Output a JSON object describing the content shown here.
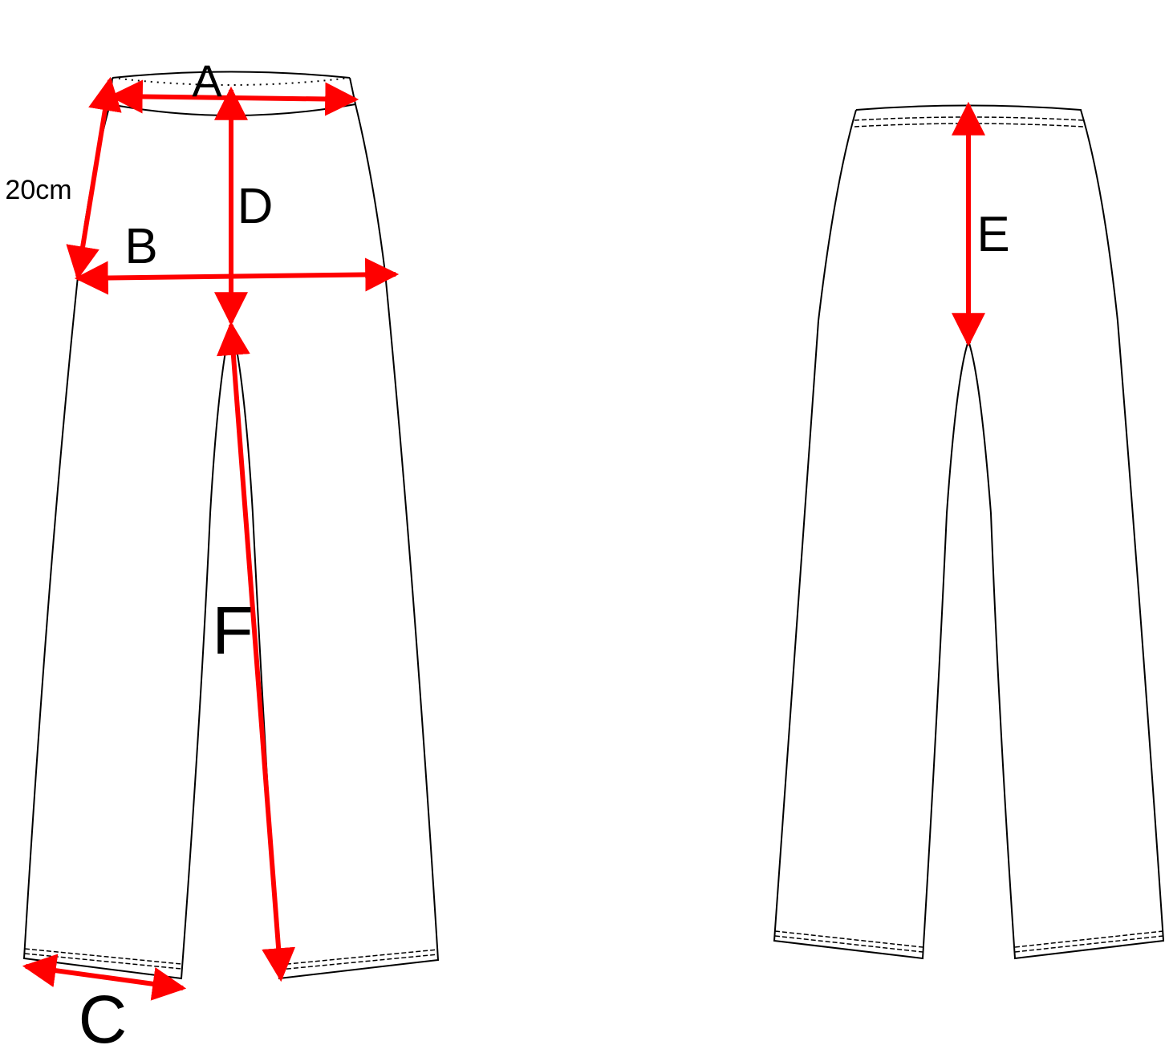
{
  "diagram": {
    "title": "Pants measurement guide",
    "arrow_color": "#ff0000",
    "labels": {
      "a": "A",
      "b": "B",
      "c": "C",
      "d": "D",
      "e": "E",
      "f": "F",
      "hip_offset": "20cm"
    }
  }
}
